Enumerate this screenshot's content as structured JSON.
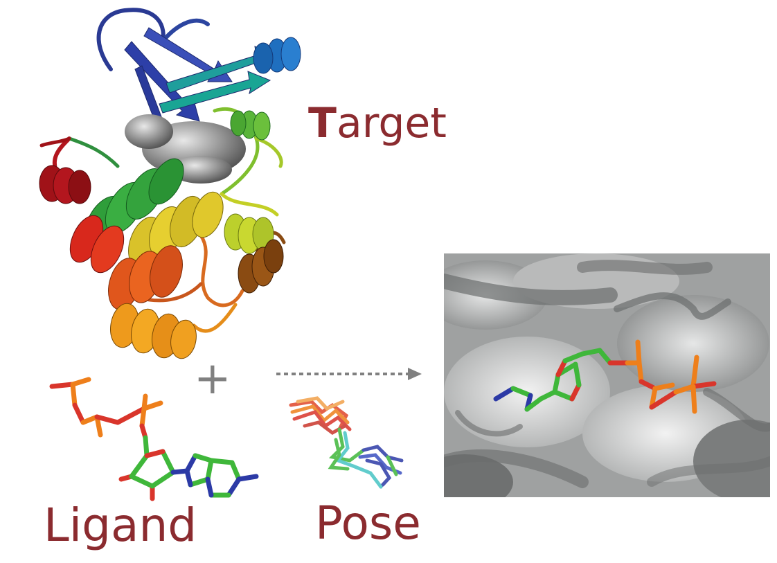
{
  "labels": {
    "target_first": "T",
    "target_rest": "arget",
    "ligand": "Ligand",
    "pose": "Pose",
    "plus": "+"
  },
  "colors": {
    "label": "#8b2b2f",
    "arrow": "#808080",
    "carbon": "#3fb73a",
    "oxygen": "#d9352b",
    "nitrogen": "#2c3aa6",
    "phosphorus": "#ee7f1b"
  },
  "icons": {
    "protein": "protein-ribbon-icon",
    "ligand": "ligand-stick-icon",
    "pose": "pose-ensemble-icon",
    "pocket": "binding-pocket-icon"
  }
}
